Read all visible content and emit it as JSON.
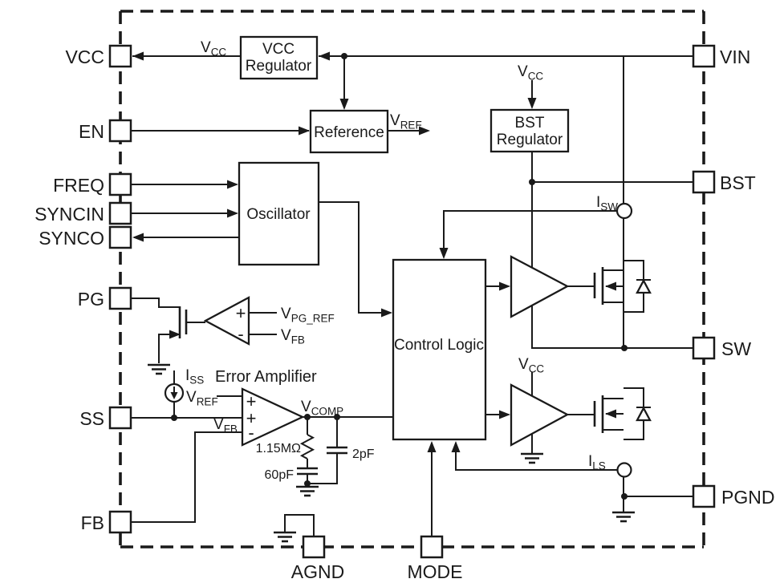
{
  "pins": {
    "vcc": "VCC",
    "en": "EN",
    "freq": "FREQ",
    "syncin": "SYNCIN",
    "synco": "SYNCO",
    "pg": "PG",
    "ss": "SS",
    "fb": "FB",
    "vin": "VIN",
    "bst": "BST",
    "sw": "SW",
    "pgnd": "PGND",
    "agnd": "AGND",
    "mode": "MODE"
  },
  "blocks": {
    "vcc_regulator_line1": "VCC",
    "vcc_regulator_line2": "Regulator",
    "reference": "Reference",
    "oscillator": "Oscillator",
    "bst_regulator_line1": "BST",
    "bst_regulator_line2": "Regulator",
    "control_logic": "Control Logic",
    "error_amplifier": "Error Amplifier"
  },
  "signals": {
    "vcc_wire": {
      "m": "V",
      "s": "CC"
    },
    "vref_out": {
      "m": "V",
      "s": "REF"
    },
    "bst_vcc": {
      "m": "V",
      "s": "CC"
    },
    "drv_vcc": {
      "m": "V",
      "s": "CC"
    },
    "isw": {
      "m": "I",
      "s": "SW"
    },
    "ils": {
      "m": "I",
      "s": "LS"
    },
    "iss": {
      "m": "I",
      "s": "SS"
    },
    "vref_in": {
      "m": "V",
      "s": "REF"
    },
    "vfb_ea": {
      "m": "V",
      "s": "FB"
    },
    "vcomp": {
      "m": "V",
      "s": "COMP"
    },
    "vpg_ref": {
      "m": "V",
      "s": "PG_REF"
    },
    "vfb_pg": {
      "m": "V",
      "s": "FB"
    }
  },
  "components": {
    "comp_resistor": "1.15MΩ",
    "comp_cap": "60pF",
    "hf_cap": "2pF"
  },
  "amp_marks": {
    "plus": "+",
    "minus": "-"
  },
  "colors": {
    "ink": "#1a1a1a",
    "background": "#ffffff"
  }
}
